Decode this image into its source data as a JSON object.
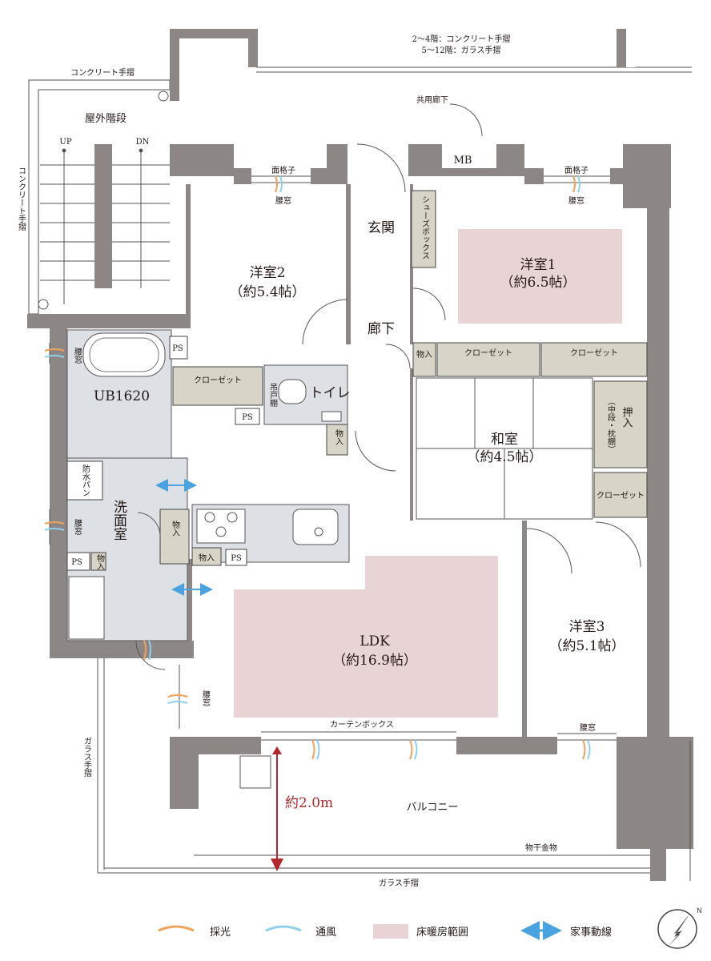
{
  "colors": {
    "wall": "#8c8784",
    "wet_area": "#dde1e6",
    "floor_heating": "#e8d4d4",
    "storage": "#d9d4c8",
    "light_arrow": "#f0a25a",
    "wind_arrow": "#8fd0ea",
    "housework_arrow": "#4aa3df",
    "balcony_depth": "#b3262a"
  },
  "rooms": {
    "western1": "洋室1",
    "western1_size": "（約6.5帖）",
    "western2": "洋室2",
    "western2_size": "（約5.4帖）",
    "western3": "洋室3",
    "western3_size": "（約5.1帖）",
    "japanese": "和室",
    "japanese_size": "（約4.5帖）",
    "ldk": "LDK",
    "ldk_size": "（約16.9帖）",
    "entrance": "玄関",
    "hallway": "廊下",
    "bath": "UB1620",
    "toilet": "トイレ",
    "washroom": "洗面室",
    "balcony": "バルコニー",
    "outdoor_stairs": "屋外階段"
  },
  "labels": {
    "railing_note_1": "2～4階：コンクリート手摺",
    "railing_note_2": "5～12階：ガラス手摺",
    "concrete_railing_top": "コンクリート手摺",
    "concrete_railing_side": "コンクリート手摺",
    "glass_railing_side": "ガラス手摺",
    "glass_railing_bottom": "ガラス手摺",
    "common_corridor": "共用廊下",
    "mb": "MB",
    "up": "UP",
    "dn": "DN",
    "lattice_left": "面格子",
    "lattice_right": "面格子",
    "waist_window_1": "腰窓",
    "waist_window_2": "腰窓",
    "waist_window_3": "腰窓",
    "waist_window_4": "腰窓",
    "waist_window_5": "腰窓",
    "waist_window_6": "腰窓",
    "shoe_box": "シューズボックス",
    "storage_1": "物入",
    "storage_2": "物入",
    "storage_3": "物入",
    "storage_4": "物入",
    "storage_5": "物入",
    "closet_1": "クローゼット",
    "closet_2": "クローゼット",
    "closet_3": "クローゼット",
    "closet_4": "クローゼット",
    "oshiire": "押入",
    "oshiire_note": "（中段・枕棚）",
    "ps_1": "PS",
    "ps_2": "PS",
    "ps_3": "PS",
    "ps_4": "PS",
    "waterproof_pan": "防水パン",
    "curtain_box": "カーテンボックス",
    "laundry_hardware": "物干金物",
    "balcony_depth": "約2.0m",
    "toilet_shelf": "吊戸棚"
  },
  "legend": {
    "light": "採光",
    "wind": "通風",
    "floor_heating": "床暖房範囲",
    "housework": "家事動線"
  },
  "compass": {
    "north": "N",
    "icon": "north-arrow-icon"
  }
}
